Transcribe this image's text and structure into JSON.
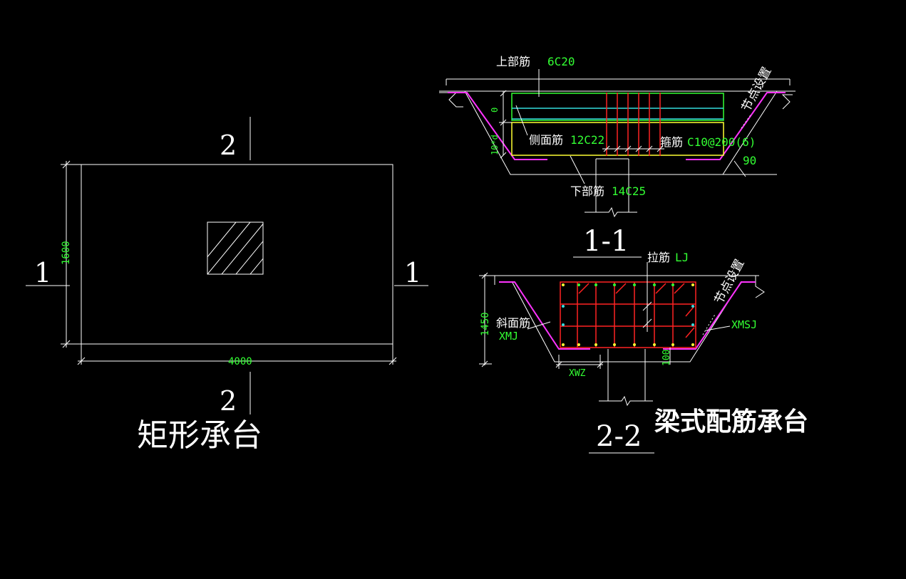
{
  "colors": {
    "background": "#000000",
    "outline": "#ffffff",
    "dimension_text": "#33ff33",
    "rebar_top": "#33ff33",
    "rebar_side": "#33dddd",
    "rebar_bottom": "#ffff33",
    "stirrup": "#ff2222",
    "slope_rebar": "#ff33ff"
  },
  "plan": {
    "title": "矩形承台",
    "width_dim": "4000",
    "height_dim": "1600",
    "section_mark_vertical": "2",
    "section_mark_horizontal": "1"
  },
  "section_1_1": {
    "title": "1-1",
    "top_bar_label": "上部筋",
    "top_bar_value": "6C20",
    "side_bar_label": "侧面筋",
    "side_bar_value": "12C22",
    "stirrup_label": "箍筋",
    "stirrup_value": "C10@200(6)",
    "bottom_bar_label": "下部筋",
    "bottom_bar_value": "14C25",
    "node_setting": "节点设置",
    "dim_zero": "0",
    "dim_10d": "10*d",
    "angle": "90"
  },
  "section_2_2": {
    "title": "2-2",
    "tie_bar_label": "拉筋",
    "tie_bar_value": "LJ",
    "slope_bar_label": "斜面筋",
    "slope_bar_value": "XMJ",
    "slope_bar_value_right": "XMSJ",
    "node_setting": "节点设置",
    "height_dim": "1450",
    "dim_100": "100",
    "bottom_label": "XWZ"
  },
  "figure_title": "梁式配筋承台"
}
